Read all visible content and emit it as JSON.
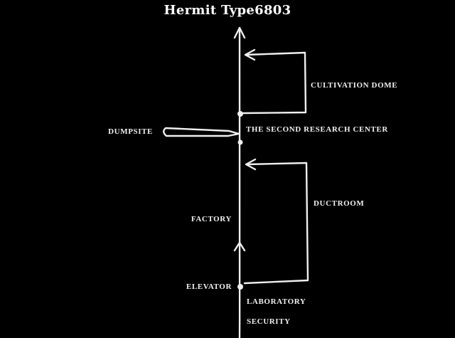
{
  "title": "Hermit Type6803",
  "labels": {
    "cultivation_dome": "CULTIVATION DOME",
    "dumpsite": "DUMPSITE",
    "second_research_center": "THE SECOND RESEARCH CENTER",
    "factory": "FACTORY",
    "ductroom": "DUCTROOM",
    "elevator": "ELEVATOR",
    "laboratory": "LABORATORY",
    "security": "SECURITY"
  },
  "colors": {
    "background": "#000000",
    "line": "#efefef",
    "text": "#f0f0f0",
    "title": "#ffffff"
  },
  "diagram": {
    "type": "route-map",
    "nodes": [
      "CULTIVATION DOME",
      "THE SECOND RESEARCH CENTER",
      "DUMPSITE",
      "FACTORY",
      "DUCTROOM",
      "ELEVATOR",
      "LABORATORY",
      "SECURITY"
    ],
    "main_route_direction": "up"
  }
}
